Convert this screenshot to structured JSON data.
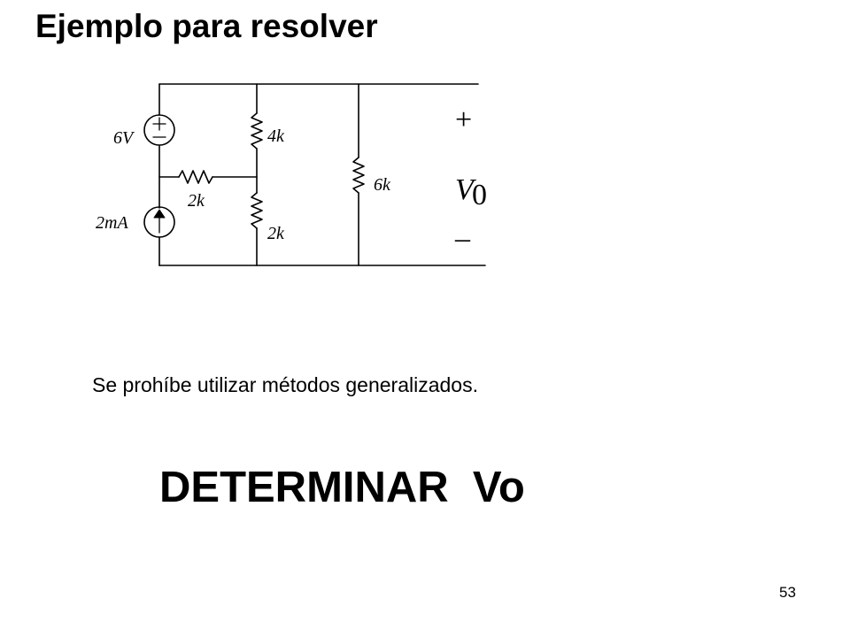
{
  "slide": {
    "title": "Ejemplo para resolver",
    "note": "Se prohíbe utilizar métodos generalizados.",
    "task": "DETERMINAR  Vo",
    "number": "53"
  },
  "circuit": {
    "voltage_source_label": "6V",
    "current_source_label": "2mA",
    "r_top_label": "4k",
    "r_horizontal_label": "2k",
    "r_bottom_label": "2k",
    "r_right_label": "6k",
    "output_plus": "+",
    "output_label": "V",
    "output_subscript": "0",
    "output_minus": "–"
  },
  "colors": {
    "background": "#ffffff",
    "foreground": "#000000"
  },
  "icons": {
    "voltage_source": "voltage-source-icon",
    "current_source": "current-source-icon",
    "resistor": "resistor-icon"
  }
}
